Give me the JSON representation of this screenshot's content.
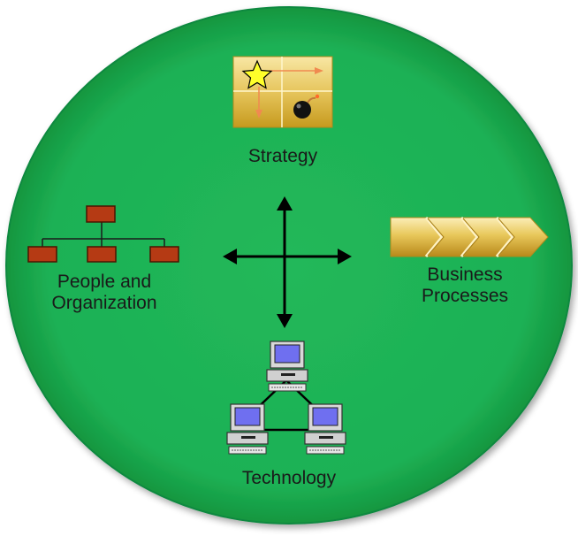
{
  "labels": {
    "strategy": "Strategy",
    "people_line1": "People and",
    "people_line2": "Organization",
    "business_line1": "Business",
    "business_line2": "Processes",
    "technology": "Technology"
  },
  "colors": {
    "circle_fill": "#1db155",
    "circle_edge": "#11893f",
    "gold_light": "#f7e39a",
    "gold_dark": "#c9a227",
    "org_box": "#b53a14",
    "arrow": "#000000",
    "monitor_screen": "#6f6ff0",
    "star": "#ffff2a",
    "orange_arrow": "#f08a50"
  },
  "icons": {
    "strategy": "strategy-grid-icon",
    "people": "org-chart-icon",
    "business": "process-chevrons-icon",
    "technology": "network-computers-icon",
    "center": "four-way-arrow-icon"
  }
}
